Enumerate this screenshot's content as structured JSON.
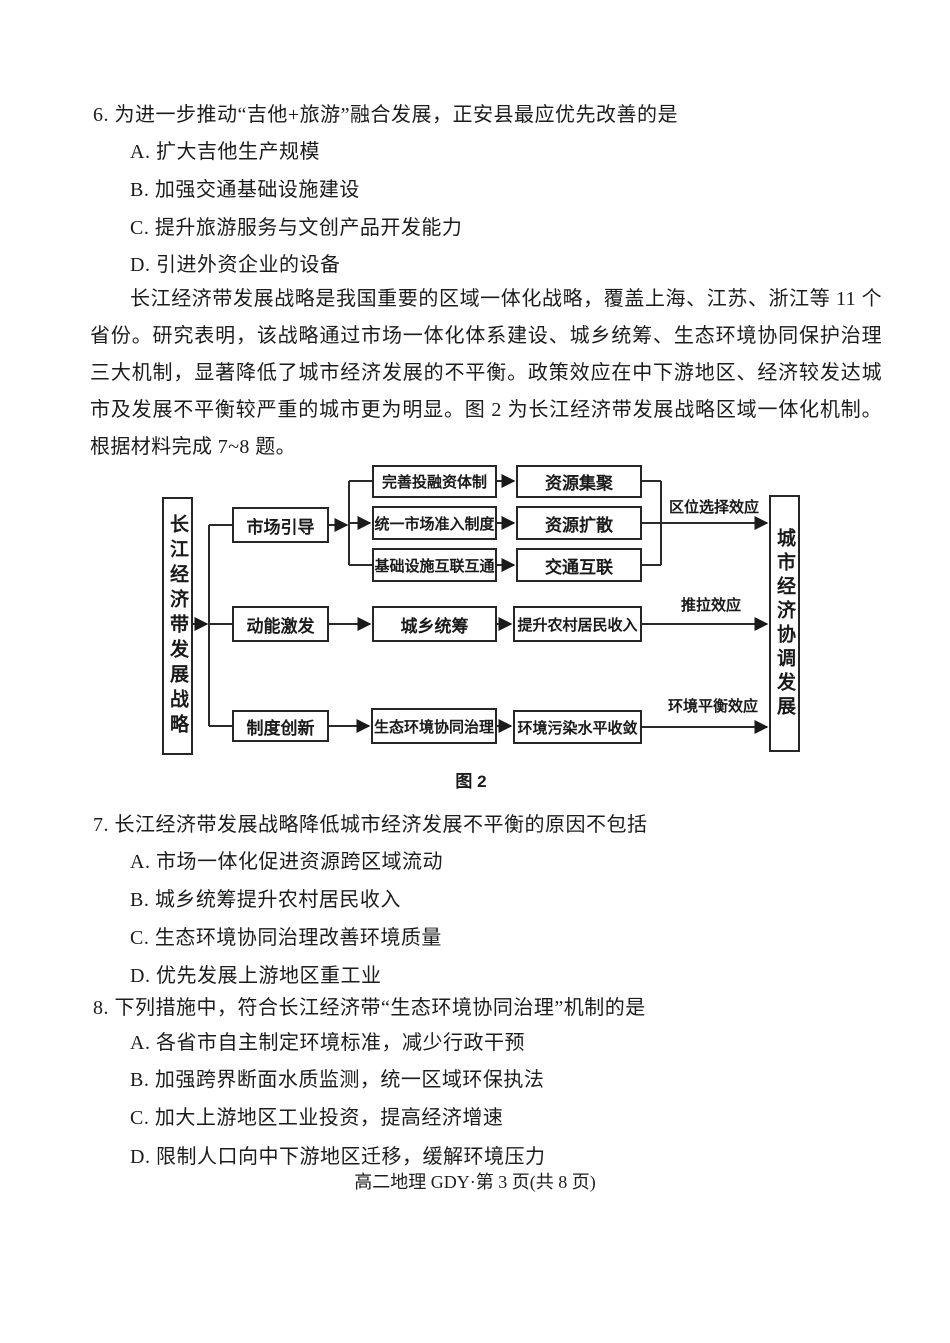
{
  "page": {
    "footer": "高二地理 GDY·第 3 页(共 8 页)",
    "ink": "#1c1c1c",
    "paper": "#ffffff"
  },
  "q6": {
    "stem": "6. 为进一步推动“吉他+旅游”融合发展，正安县最应优先改善的是",
    "options": [
      "A. 扩大吉他生产规模",
      "B. 加强交通基础设施建设",
      "C. 提升旅游服务与文创产品开发能力",
      "D. 引进外资企业的设备"
    ]
  },
  "passage": {
    "text": "长江经济带发展战略是我国重要的区域一体化战略，覆盖上海、江苏、浙江等 11 个省份。研究表明，该战略通过市场一体化体系建设、城乡统筹、生态环境协同保护治理三大机制，显著降低了城市经济发展的不平衡。政策效应在中下游地区、经济较发达城市及发展不平衡较严重的城市更为明显。图 2 为长江经济带发展战略区域一体化机制。根据材料完成 7~8 题。"
  },
  "figure": {
    "caption": "图 2",
    "source_box": "长江经济带发展战略",
    "target_box": "城市经济协调发展",
    "branches": [
      {
        "mechanism": "市场引导",
        "middle": [
          "完善投融资体制",
          "统一市场准入制度",
          "基础设施互联互通"
        ],
        "outcome": [
          "资源集聚",
          "资源扩散",
          "交通互联"
        ],
        "effect": "区位选择效应"
      },
      {
        "mechanism": "动能激发",
        "middle": [
          "城乡统筹"
        ],
        "outcome": [
          "提升农村居民收入"
        ],
        "effect": "推拉效应"
      },
      {
        "mechanism": "制度创新",
        "middle": [
          "生态环境协同治理"
        ],
        "outcome": [
          "环境污染水平收敛"
        ],
        "effect": "环境平衡效应"
      }
    ]
  },
  "q7": {
    "stem": "7. 长江经济带发展战略降低城市经济发展不平衡的原因不包括",
    "options": [
      "A. 市场一体化促进资源跨区域流动",
      "B. 城乡统筹提升农村居民收入",
      "C. 生态环境协同治理改善环境质量",
      "D. 优先发展上游地区重工业"
    ]
  },
  "q8": {
    "stem": "8. 下列措施中，符合长江经济带“生态环境协同治理”机制的是",
    "options": [
      "A. 各省市自主制定环境标准，减少行政干预",
      "B. 加强跨界断面水质监测，统一区域环保执法",
      "C. 加大上游地区工业投资，提高经济增速",
      "D. 限制人口向中下游地区迁移，缓解环境压力"
    ]
  }
}
